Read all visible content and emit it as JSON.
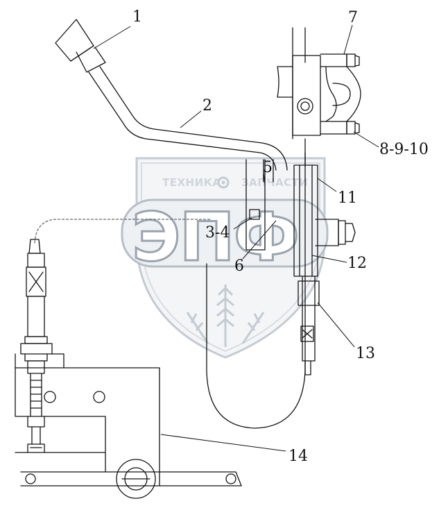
{
  "callouts": [
    {
      "key": "c1",
      "text": "1"
    },
    {
      "key": "c2",
      "text": "2"
    },
    {
      "key": "c3",
      "text": "3-4"
    },
    {
      "key": "c5",
      "text": "5"
    },
    {
      "key": "c6",
      "text": "6"
    },
    {
      "key": "c7",
      "text": "7"
    },
    {
      "key": "c8",
      "text": "8-9-10"
    },
    {
      "key": "c11",
      "text": "11"
    },
    {
      "key": "c12",
      "text": "12"
    },
    {
      "key": "c13",
      "text": "13"
    },
    {
      "key": "c14",
      "text": "14"
    }
  ],
  "watermark": {
    "brand_left": "ТЕХНИКА",
    "brand_right": "ЗАПЧАСТИ",
    "logo": "ЭПФ"
  },
  "colors": {
    "line": "#111111",
    "watermark_gray": "#c4cbd2",
    "watermark_outline": "#9aa4ae"
  }
}
